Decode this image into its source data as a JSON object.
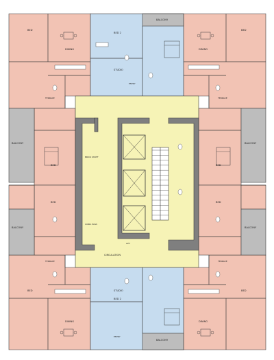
{
  "colors": {
    "unit_pink": "#f2c3b4",
    "unit_blue": "#c6dcef",
    "core_yellow": "#f6f3b6",
    "balcony_gray": "#bdbdbd",
    "wall_gray": "#7f7f7f",
    "line": "#3a3a3a"
  },
  "rooms": {
    "corner_tl": "BED",
    "corner_tr": "BED",
    "corner_bl": "BED",
    "corner_br": "BED",
    "dining_tl": "DINING",
    "dining_tr": "DINING",
    "dining_bl": "DINING",
    "dining_br": "DINING",
    "bed2_top": "BED 2",
    "bed2_bottom": "BED 2",
    "studio_top": "STUDIO",
    "studio_bottom": "STUDIO",
    "entry_top": "ENTRY",
    "entry_bottom": "ENTRY",
    "balcony_top": "BALCONY",
    "balcony_bottom": "BALCONY",
    "balcony_left_upper": "BALCONY",
    "balcony_left_lower": "BALCONY",
    "balcony_right_upper": "BALCONY",
    "balcony_right_lower": "BALCONY",
    "bed_left": "BED",
    "bed_right": "BED",
    "bed_left_lower": "BED",
    "bed_right_lower": "BED",
    "kitchen_tl": "TERRACE",
    "kitchen_tr": "TERRACE",
    "kitchen_bl": "TERRACE",
    "kitchen_br": "TERRACE",
    "circulation": "CIRCULATION",
    "brick_shaft": "BRICK SHAFT",
    "corr": "CORR. PASS",
    "lift": "LIFT"
  }
}
